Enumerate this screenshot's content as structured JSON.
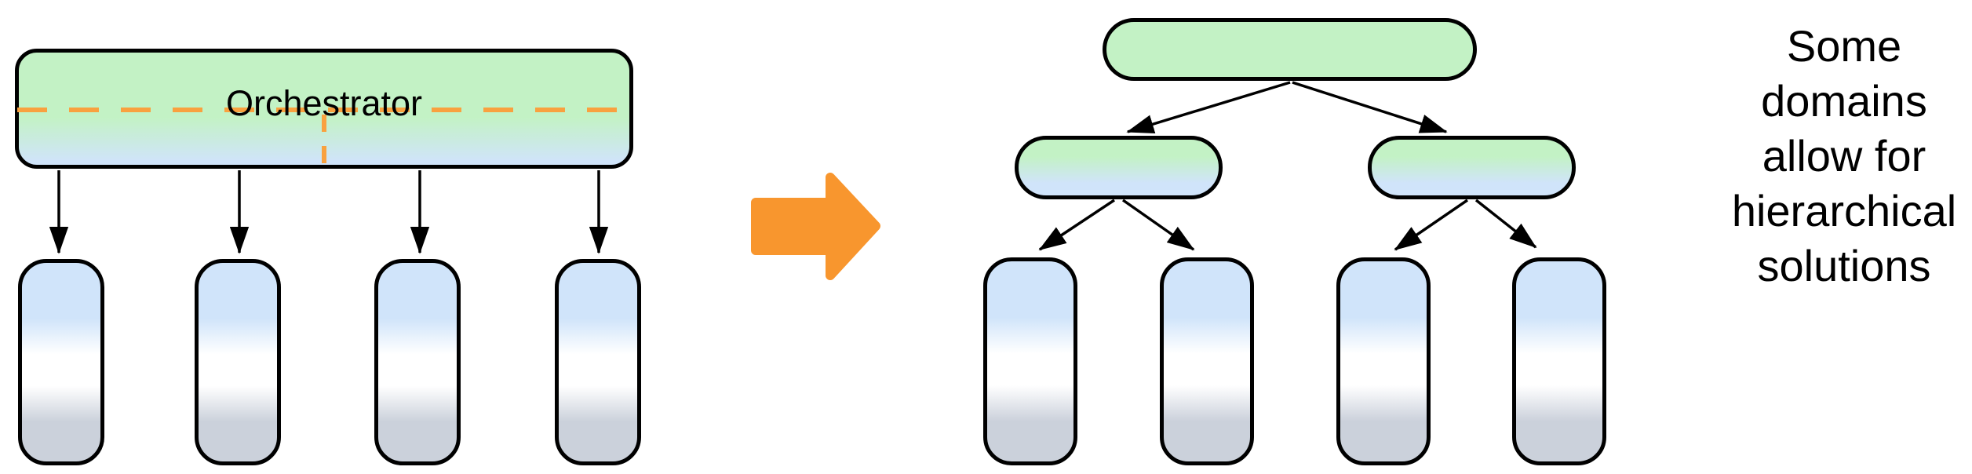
{
  "left_diagram": {
    "orchestrator_label": "Orchestrator",
    "worker_count": 4
  },
  "right_diagram": {
    "root_count": 1,
    "subordinate_count": 2,
    "worker_count": 4
  },
  "annotation": {
    "text": "Some domains allow for hierarchical solutions",
    "lines": [
      "Some",
      "domains",
      "allow for",
      "hierarchical",
      "solutions"
    ]
  },
  "colors": {
    "node_green": "#C3F2C5",
    "node_blue": "#D0E4FA",
    "node_gray": "#CBD1DB",
    "orange": "#F8962E",
    "dash_orange": "#F9A13F",
    "connector_black": "#000000"
  }
}
